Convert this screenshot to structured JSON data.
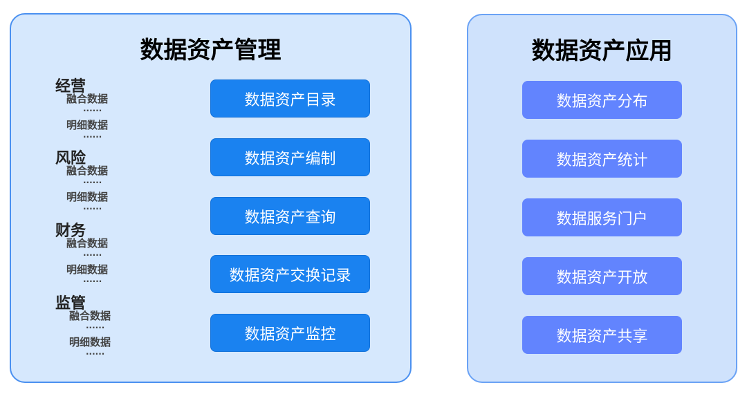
{
  "management": {
    "title": "数据资产管理",
    "categories": [
      {
        "name": "经营",
        "items": [
          "融合数据",
          "明细数据"
        ],
        "ellipsis": "······"
      },
      {
        "name": "风险",
        "items": [
          "融合数据",
          "明细数据"
        ],
        "ellipsis": "······"
      },
      {
        "name": "财务",
        "items": [
          "融合数据",
          "明细数据"
        ],
        "ellipsis": "······"
      },
      {
        "name": "监管",
        "items": [
          "融合数据",
          "明细数据"
        ],
        "ellipsis": "······"
      }
    ],
    "buttons": [
      "数据资产目录",
      "数据资产编制",
      "数据资产查询",
      "数据资产交换记录",
      "数据资产监控"
    ]
  },
  "application": {
    "title": "数据资产应用",
    "buttons": [
      "数据资产分布",
      "数据资产统计",
      "数据服务门户",
      "数据资产开放",
      "数据资产共享"
    ]
  },
  "colors": {
    "management_button": "#1a82f0",
    "application_button": "#6284fe",
    "panel_bg": "#d6e8fd",
    "panel_border": "#4a90f0"
  }
}
